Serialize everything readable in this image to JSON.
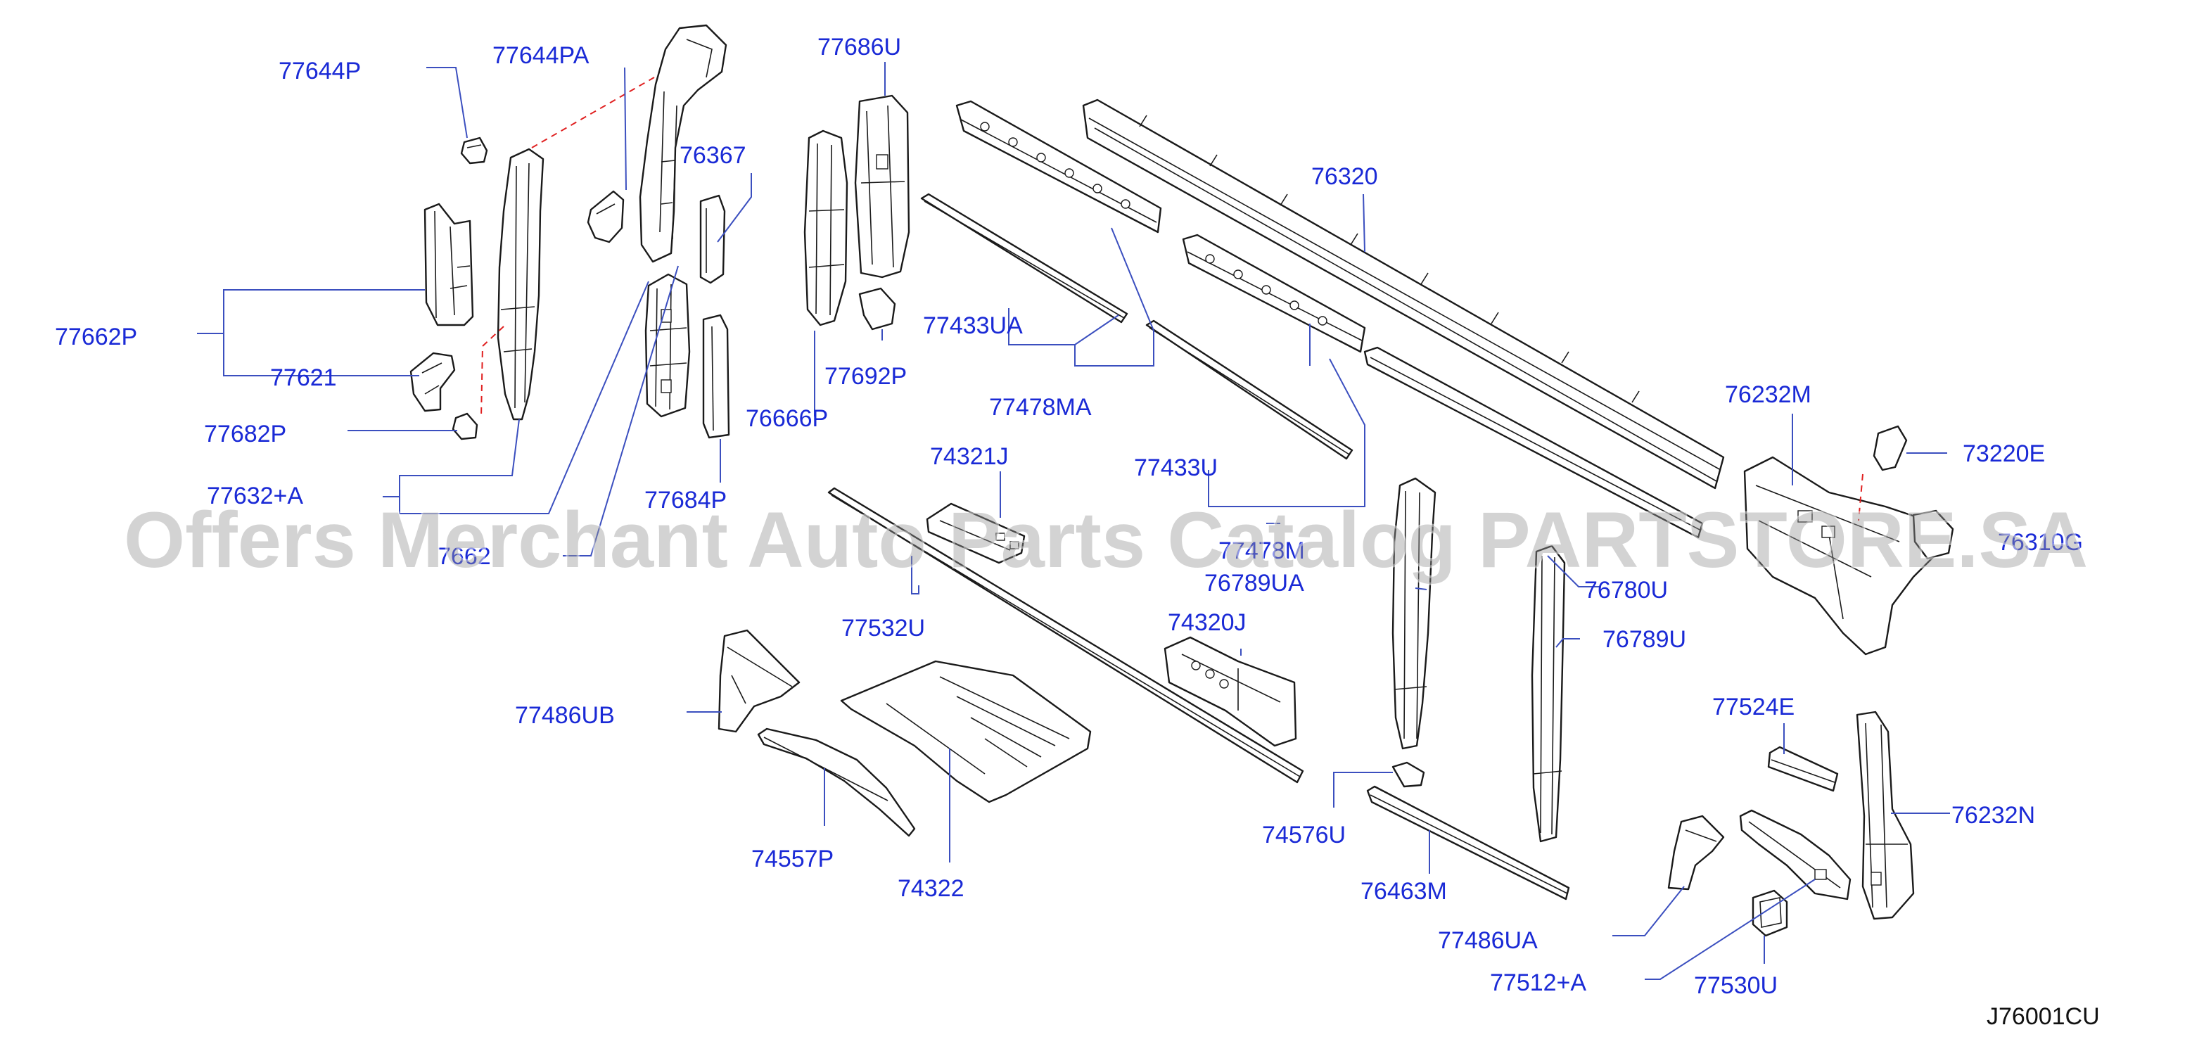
{
  "diagram": {
    "code": "J76001CU",
    "watermark": "Offers Merchant Auto Parts Catalog PARTSTORE.SA",
    "labels": {
      "p77644P": "77644P",
      "p77644PA": "77644PA",
      "p77686U": "77686U",
      "p76367": "76367",
      "p76320": "76320",
      "p77662P": "77662P",
      "p77621": "77621",
      "p77682P": "77682P",
      "p77632A": "77632+A",
      "p77433UA": "77433UA",
      "p77692P": "77692P",
      "p76666P": "76666P",
      "p77478MA": "77478MA",
      "p76232M": "76232M",
      "p73220E": "73220E",
      "p74321J": "74321J",
      "p77684P": "77684P",
      "p77433U": "77433U",
      "p7662partial": "7662",
      "p778partial": "77478M",
      "p76789UA": "76789UA",
      "p76780U": "76780U",
      "p76310G": "76310G",
      "p77532U": "77532U",
      "p74320J": "74320J",
      "p76789U": "76789U",
      "p77486UB": "77486UB",
      "p77524E": "77524E",
      "p76232N": "76232N",
      "p74557P": "74557P",
      "p74322": "74322",
      "p74576U": "74576U",
      "p76463M": "76463M",
      "p77486UA": "77486UA",
      "p77512A": "77512+A",
      "p77530U": "77530U"
    }
  }
}
